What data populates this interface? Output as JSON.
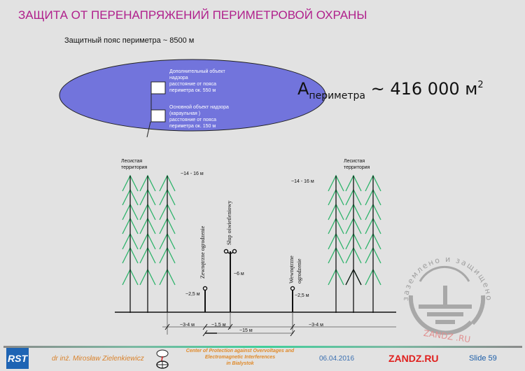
{
  "title": "ЗАЩИТА ОТ ПЕРЕНАПРЯЖЕНИЙ ПЕРИМЕТРОВОЙ ОХРАНЫ",
  "perimeter_belt": "Защитный пояс периметра ~ 8500 м",
  "ellipse": {
    "fill": "#7274dc",
    "objects": [
      {
        "lines": [
          "Дополнительный объект",
          "надзора",
          "расстояние от пояса",
          "периметра ок. 550 м"
        ]
      },
      {
        "lines": [
          "Основной объект надзора",
          "(караульная )",
          "расстояние от пояса",
          "периметра ок. 150 м"
        ]
      }
    ]
  },
  "area": {
    "symbol": "A",
    "subscript": "периметра",
    "value": "~ 416 000 м",
    "exponent": "2"
  },
  "diagram": {
    "forest_left": {
      "label_1": "Лесистая",
      "label_2": "территория",
      "height": "~14 - 16 м"
    },
    "forest_right": {
      "label_1": "Лесистая",
      "label_2": "территория",
      "height": "~14 - 16 м"
    },
    "outer_fence": {
      "label": "Zewnętrzne ogrodzenie",
      "height": "~2,5 м"
    },
    "lamp_post": {
      "label": "Słup oświetleniowy",
      "height": "~6 м"
    },
    "inner_fence": {
      "label_1": "Wewnętrzne",
      "label_2": "ogrodzenie",
      "height": "~2,5 м"
    },
    "dimensions": {
      "left": "~3-4 м",
      "middle": "~1,5 м",
      "span": "~15 м",
      "right": "~3-4 м"
    },
    "tree_color": "#2db36a"
  },
  "watermark": {
    "arc_text": "заземлено и защищено",
    "site": "ZANDZ .RU"
  },
  "footer": {
    "logo": "RST",
    "author": "dr inż. Mirosław Zielenkiewicz",
    "center_lines": [
      "Center of Protection against Overvoltages and",
      "Electromagnetic Interferences",
      "in Bialystok"
    ],
    "date": "06.04.2016",
    "brand": "ZANDZ.RU",
    "slide": "Slide 59"
  }
}
